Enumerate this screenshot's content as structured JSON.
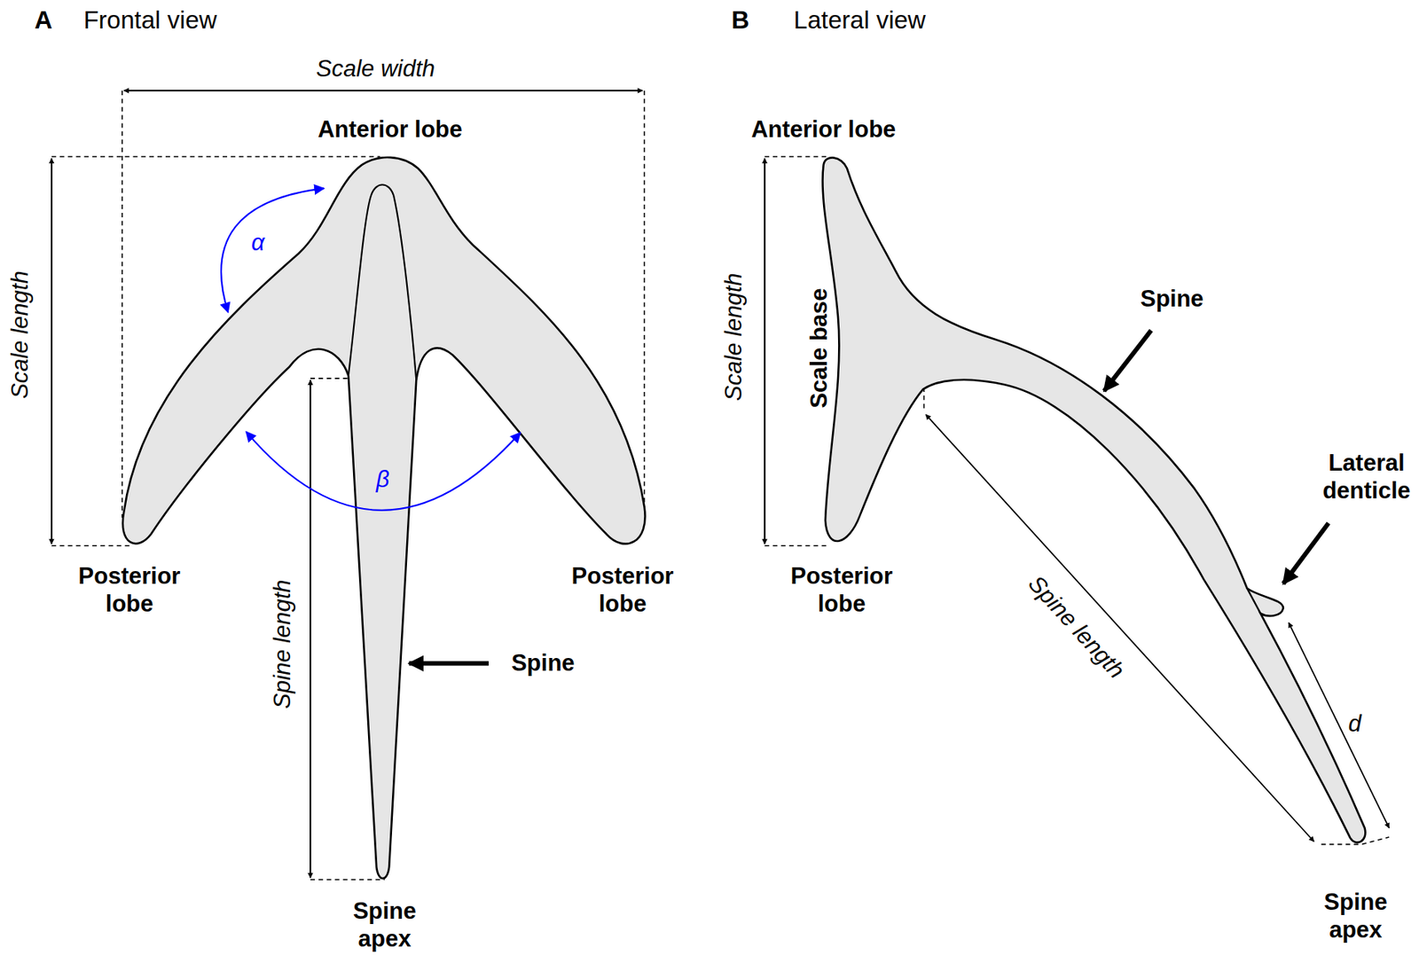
{
  "diagram": {
    "labels": [
      "A",
      "Frontal view",
      "Scale width",
      "Anterior lobe",
      "Scale length",
      "α",
      "β",
      "Posterior lobe",
      "Posterior lobe",
      "Spine length",
      "Spine",
      "Spine apex",
      "B",
      "Lateral view",
      "Anterior lobe",
      "Scale length",
      "Scale base",
      "Spine",
      "Lateral denticle",
      "Spine length",
      "d",
      "Posterior lobe",
      "Spine apex"
    ]
  }
}
